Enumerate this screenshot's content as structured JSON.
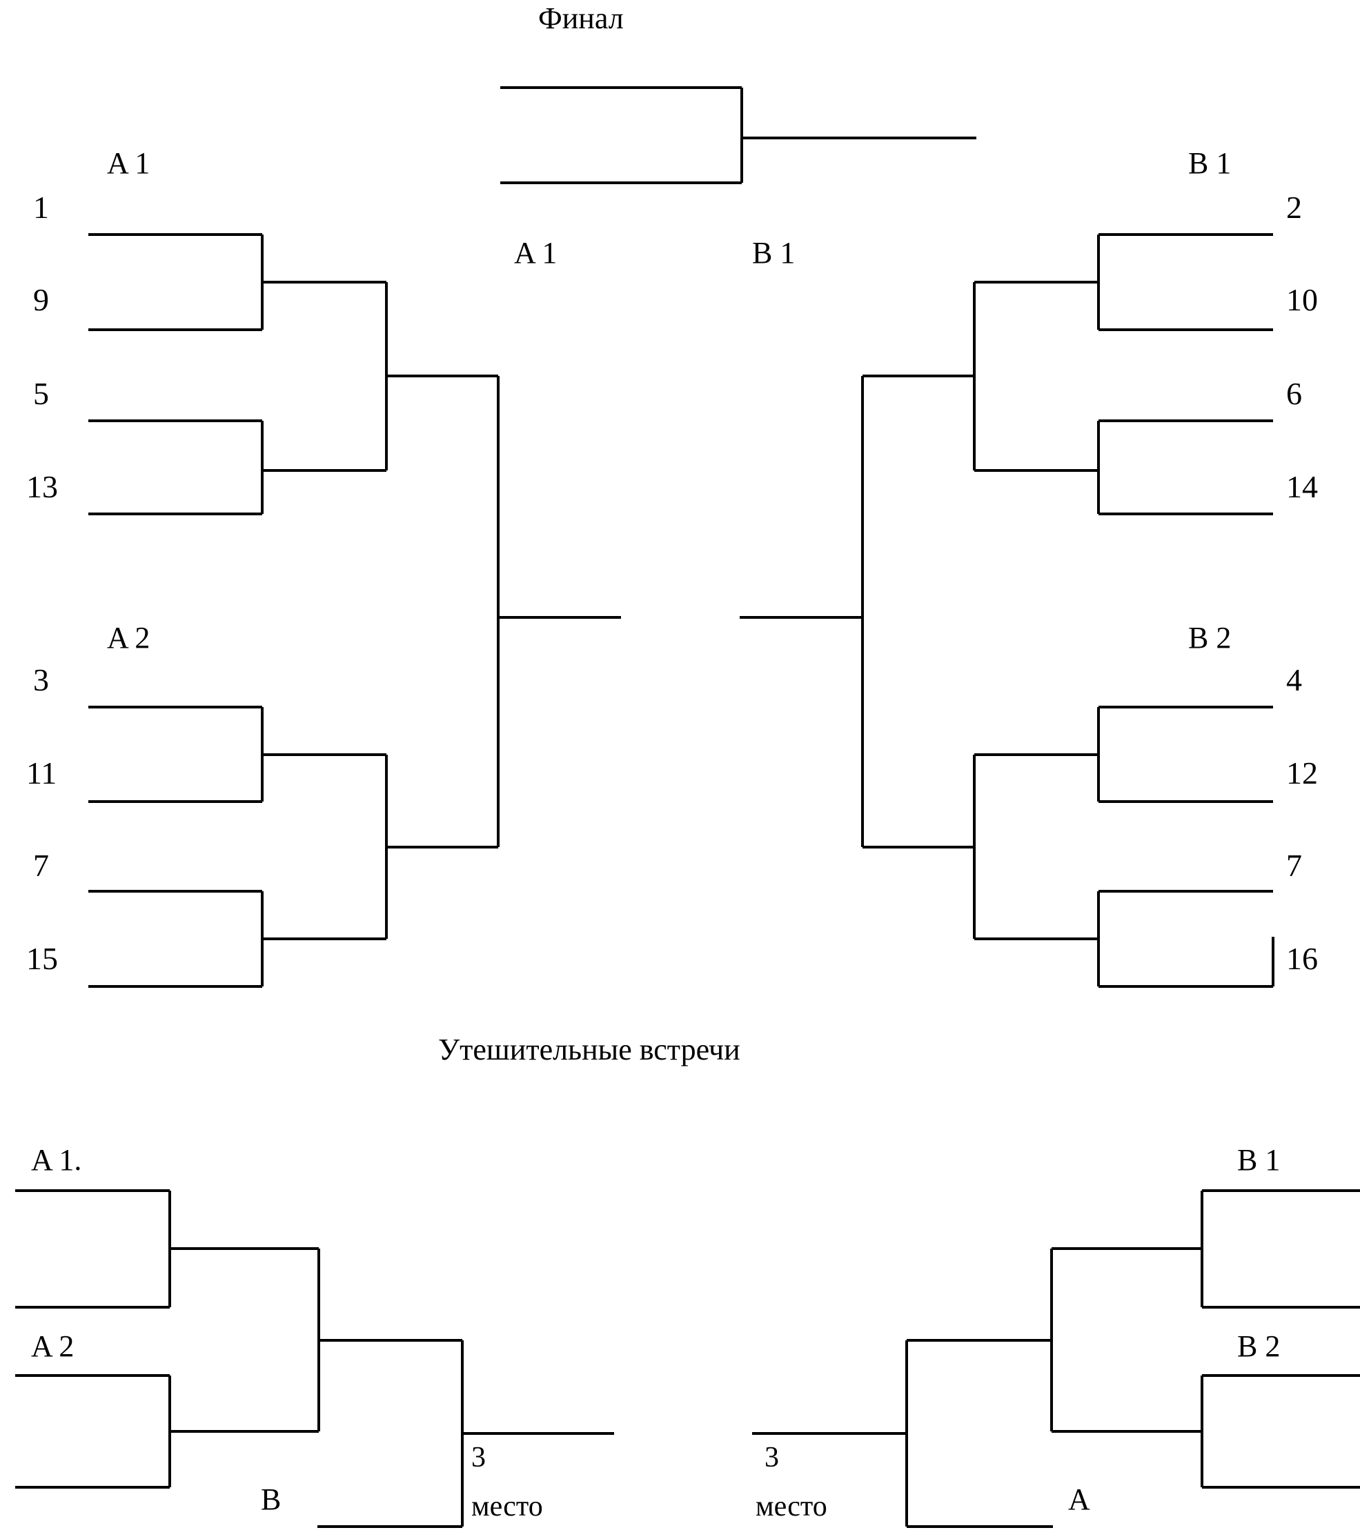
{
  "headings": {
    "final": "Финал",
    "consolation": "Утешительные встречи"
  },
  "main_bracket": {
    "left": {
      "quarter_top": {
        "group_label": "A 1",
        "seeds": [
          "1",
          "9",
          "5",
          "13"
        ]
      },
      "quarter_bottom": {
        "group_label": "A 2",
        "seeds": [
          "3",
          "11",
          "7",
          "15"
        ]
      },
      "semifinal_label": "A 1"
    },
    "right": {
      "quarter_top": {
        "group_label": "B 1",
        "seeds": [
          "2",
          "10",
          "6",
          "14"
        ]
      },
      "quarter_bottom": {
        "group_label": "B 2",
        "seeds": [
          "4",
          "12",
          "7",
          "16"
        ]
      },
      "semifinal_label": "B 1"
    }
  },
  "consolation_bracket": {
    "left": {
      "entry_top_label": "A 1.",
      "entry_bottom_label": "A 2",
      "opponent_label": "B",
      "place_line1": "3",
      "place_line2": "место"
    },
    "right": {
      "entry_top_label": "B 1",
      "entry_bottom_label": "B 2",
      "opponent_label": "A",
      "place_line1": "3",
      "place_line2": "место"
    }
  },
  "style": {
    "stroke": "#000000",
    "background": "#ffffff"
  }
}
